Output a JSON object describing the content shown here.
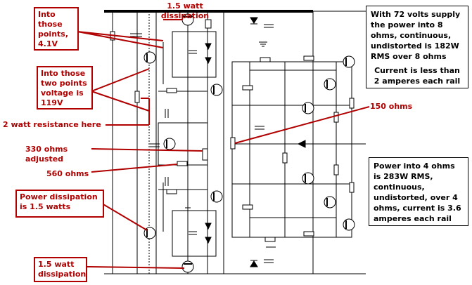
{
  "colors": {
    "annotation": "#b00000",
    "wire": "#000000",
    "background": "#ffffff",
    "power_rail": "#000000"
  },
  "annotations": {
    "into_those_points": "Into those points, 4.1V",
    "top_dissipation": "1.5 watt dissipation",
    "two_points_voltage": "Into those two points voltage is 119V",
    "resistance_2w": "2 watt resistance here",
    "ohms_330": "330 ohms adjusted",
    "ohms_560": "560 ohms",
    "power_dissipation": "Power dissipation is 1.5 watts",
    "bottom_dissipation": "1.5 watt dissipation",
    "ohms_150": "150 ohms"
  },
  "info_boxes": {
    "supply_72v": "With 72 volts supply the power into 8 ohms, continuous, undistorted is 182W RMS over 8 ohms",
    "current_note": "Current is less than 2 amperes each rail",
    "power_4ohm": "Power into 4 ohms is 283W RMS, continuous, undistorted, over 4 ohms, current is 3.6 amperes each rail"
  },
  "components": {
    "transistors": [
      "q-input-top",
      "q-input-bottom",
      "q-vbe-multiplier",
      "q-driver-top",
      "q-driver-bottom",
      "q-predriver-top",
      "q-predriver-bottom",
      "q-output-1",
      "q-output-2",
      "q-output-3",
      "q-output-4",
      "q-output-5",
      "q-output-6",
      "q-ccs-top",
      "q-ccs-bottom"
    ],
    "resistors": [
      "r-2w",
      "r-330-adjust",
      "r-560",
      "r-150-bias"
    ],
    "diodes": [
      "zener-top",
      "zener-bottom"
    ]
  }
}
